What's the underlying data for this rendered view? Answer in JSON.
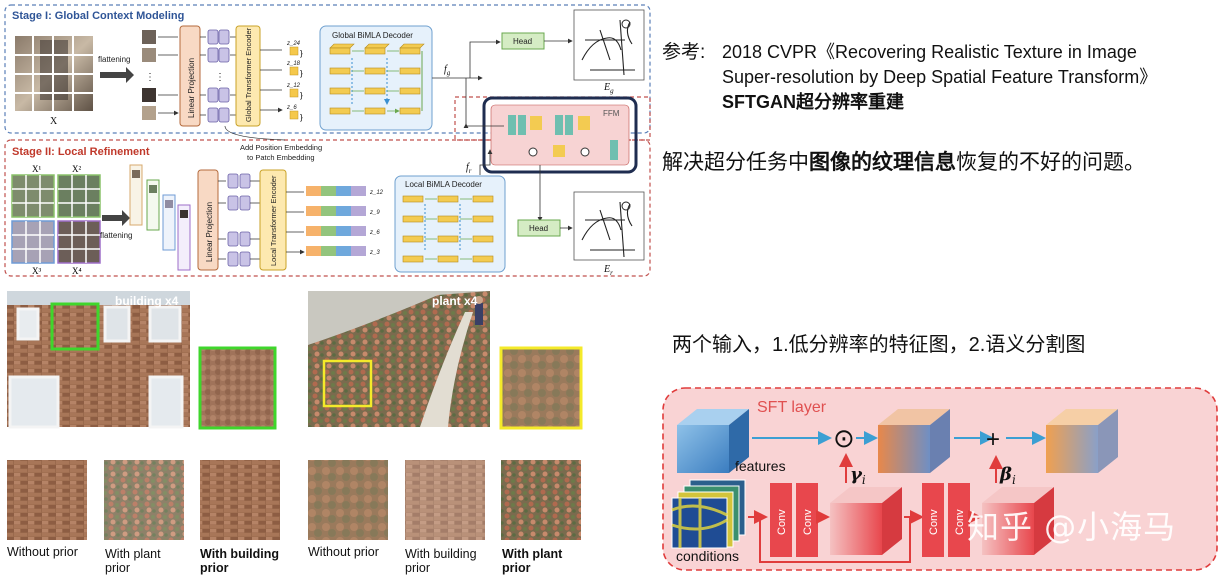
{
  "diagram": {
    "stage1_title": "Stage I: Global Context Modeling",
    "stage2_title": "Stage II: Local Refinement",
    "x_label": "X",
    "flattening": "flattening",
    "linear_projection": "Linear Projection",
    "global_encoder": "Global Transformer Encoder",
    "local_encoder": "Local Transformer Encoder",
    "global_decoder": "Global BiMLA Decoder",
    "local_decoder": "Local BiMLA Decoder",
    "head": "Head",
    "ffm": "FFM",
    "fg": "f_g",
    "fr": "f_r",
    "eg": "E_g",
    "er": "E_r",
    "pos_embed_1": "Add Position Embedding",
    "pos_embed_2": "to Patch Embedding",
    "x1": "X¹",
    "x2": "X²",
    "x3": "X³",
    "x4": "X⁴",
    "z_global": [
      "z_24",
      "z_18",
      "z_12",
      "z_6"
    ],
    "z_local": [
      "z_12",
      "z_9",
      "z_6",
      "z_3"
    ]
  },
  "photos": {
    "building_tag": "building x4",
    "plant_tag": "plant x4"
  },
  "captions": {
    "c1": "Without prior",
    "c2a": "With  plant",
    "c2b": "prior",
    "c3a": "With  building",
    "c3b": "prior",
    "c4": "Without prior",
    "c5a": "With  building",
    "c5b": "prior",
    "c6a": "With  plant",
    "c6b": "prior"
  },
  "notes": {
    "ref_prefix": "参考:",
    "ref_line1": "2018 CVPR《Recovering Realistic Texture in Image",
    "ref_line2": "Super-resolution by Deep Spatial Feature Transform》",
    "ref_line3": "SFTGAN超分辨率重建",
    "summary_a": "解决超分任务中",
    "summary_b": "图像的纹理信息",
    "summary_c": "恢复的不好的问题。",
    "inputs": "两个输入，1.低分辨率的特征图，2.语义分割图"
  },
  "sft": {
    "title": "SFT layer",
    "features": "features",
    "conditions": "conditions",
    "conv": "Conv",
    "gamma": "γ",
    "beta": "β",
    "sub_i": "i",
    "odot": "⊙",
    "plus": "+"
  },
  "watermark": "知乎 @小海马"
}
